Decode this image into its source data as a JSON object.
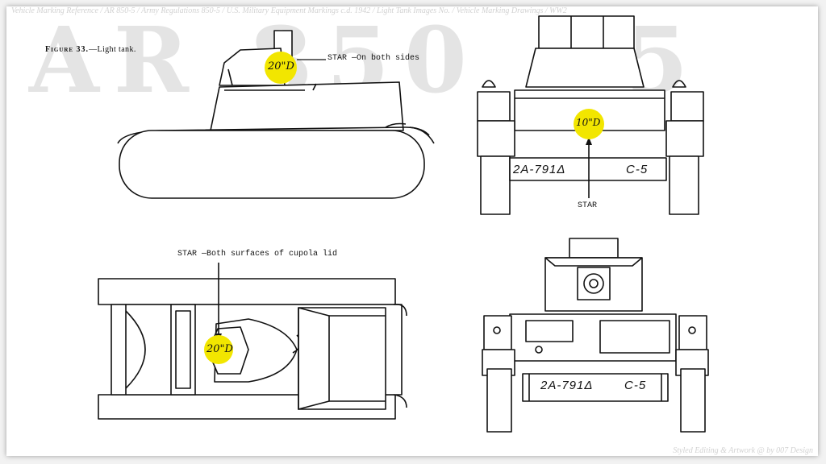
{
  "watermark": "AR 850 - 5",
  "header_credit": "Vehicle Marking Reference / AR 850-5 / Army Regulations 850-5 / U.S. Military Equipment Markings c.d. 1942 / Light Tank Images No. / Vehicle Marking Drawings / WW2",
  "footer_credit": "Styled Editing & Artwork @ by 007 Design",
  "figure": {
    "label": "Figure 33.",
    "title": "—Light tank."
  },
  "annotations": {
    "side_star": "STAR —On both sides",
    "rear_star": "STAR",
    "top_star": "STAR —Both surfaces of cupola lid"
  },
  "stars": {
    "side": "20\"D",
    "rear": "10\"D",
    "top": "20\"D",
    "color": "#f2e600"
  },
  "plates": {
    "registration": "2A-791Δ",
    "unit": "C-5"
  }
}
